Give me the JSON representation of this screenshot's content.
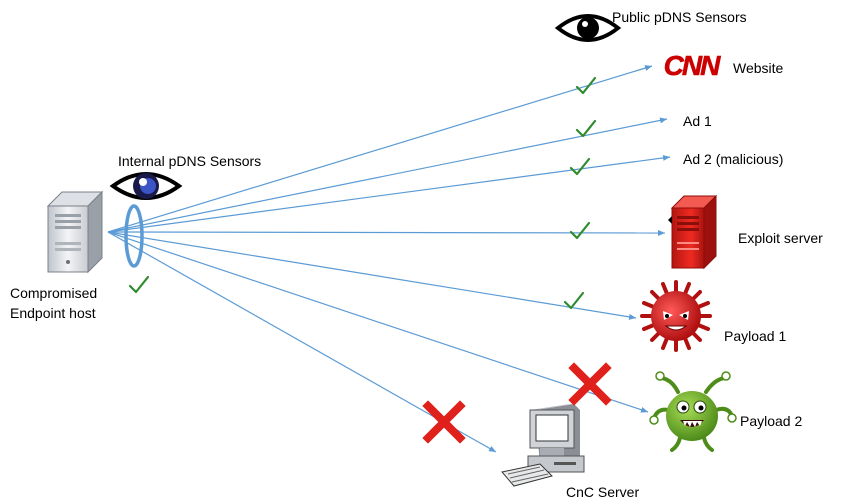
{
  "labels": {
    "public_sensors": "Public pDNS Sensors",
    "internal_sensors": "Internal pDNS Sensors",
    "compromised_line1": "Compromised",
    "compromised_line2": "Endpoint host",
    "website": "Website",
    "ad1": "Ad 1",
    "ad2": "Ad 2 (malicious)",
    "exploit_server": "Exploit server",
    "payload1": "Payload 1",
    "payload2": "Payload 2",
    "cnc_server": "CnC Server",
    "cnn_logo": "CNN"
  },
  "colors": {
    "arrow": "#5b9bd5",
    "check": "#2e8b2e",
    "cross": "#e0201b",
    "exploit_red": "#d9221c",
    "payload1_red": "#c81d1d",
    "payload2_green": "#6aa82a",
    "cnn_red": "#cc0000"
  },
  "icons": [
    "eye-icon",
    "server-icon",
    "sensor-ring-icon",
    "cnn-logo-icon",
    "red-server-icon",
    "red-virus-icon",
    "green-bug-icon",
    "desktop-computer-icon",
    "check-icon",
    "cross-icon"
  ]
}
